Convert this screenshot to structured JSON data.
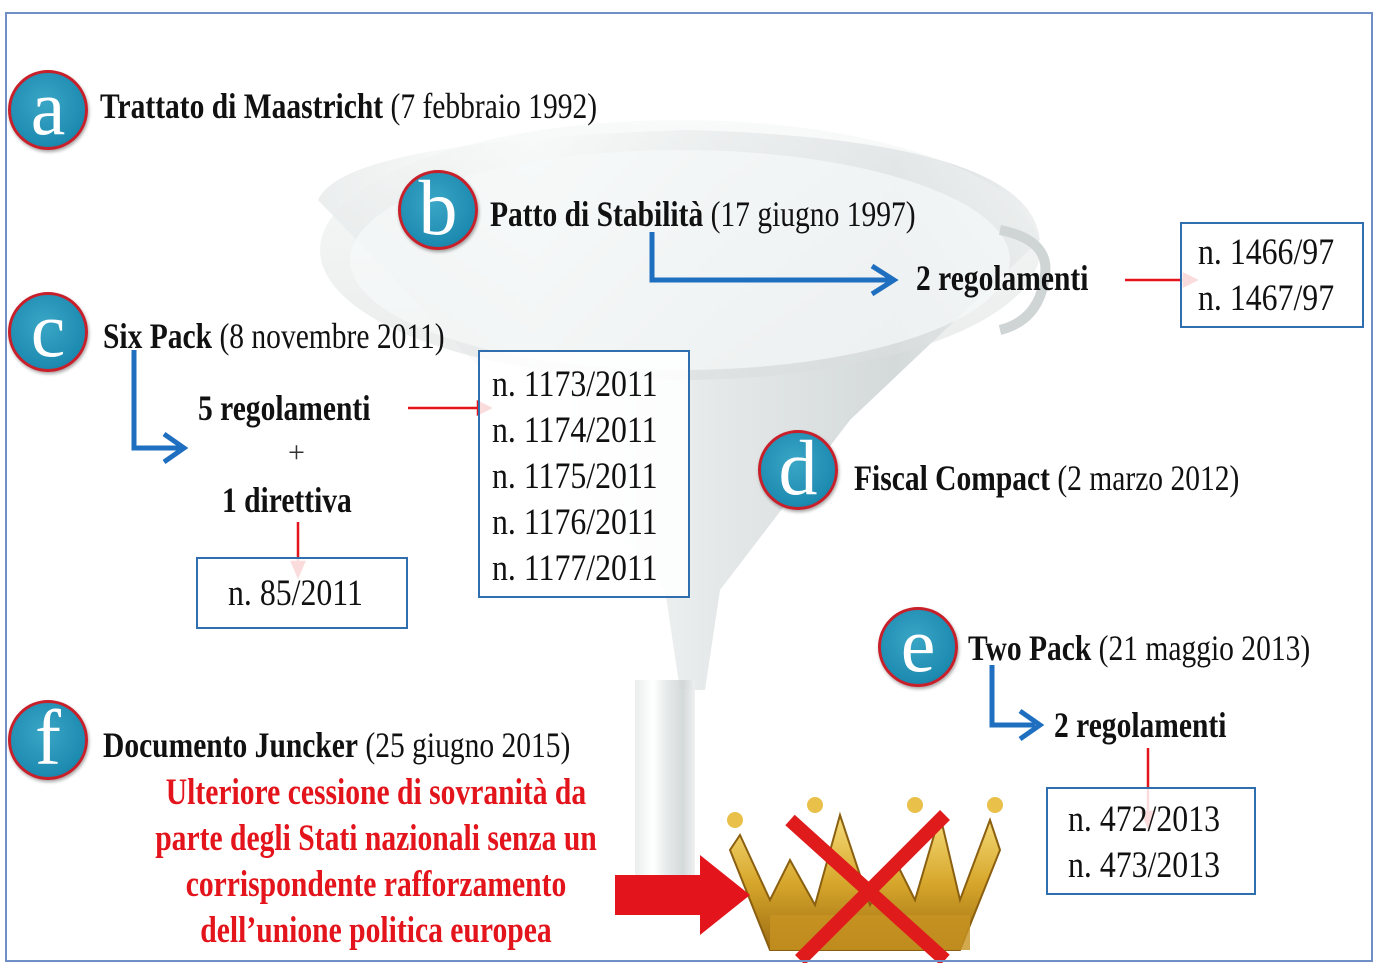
{
  "items": {
    "a": {
      "letter": "a",
      "bold": "Trattato di Maastricht",
      "date": " (7 febbraio 1992)"
    },
    "b": {
      "letter": "b",
      "bold": "Patto di Stabilità",
      "date": " (17 giugno 1997)",
      "result": "2 regolamenti",
      "refs": [
        "n. 1466/97",
        "n. 1467/97"
      ]
    },
    "c": {
      "letter": "c",
      "bold": "Six Pack",
      "date": " (8 novembre 2011)",
      "result": "5 regolamenti",
      "plus": "+",
      "result2": "1 direttiva",
      "refs": [
        "n. 1173/2011",
        "n. 1174/2011",
        "n. 1175/2011",
        "n. 1176/2011",
        "n. 1177/2011"
      ],
      "directive_ref": "n. 85/2011"
    },
    "d": {
      "letter": "d",
      "bold": "Fiscal Compact",
      "date": " (2 marzo 2012)"
    },
    "e": {
      "letter": "e",
      "bold": "Two Pack",
      "date": " (21 maggio 2013)",
      "result": "2 regolamenti",
      "refs": [
        "n. 472/2013",
        "n. 473/2013"
      ]
    },
    "f": {
      "letter": "f",
      "bold": "Documento Juncker",
      "date": " (25 giugno 2015)"
    }
  },
  "conclusion": [
    "Ulteriore cessione di sovranità da",
    "parte degli Stati nazionali senza un",
    "corrispondente rafforzamento",
    "dell’unione politica europea"
  ],
  "colors": {
    "badge": "#1d8ab0",
    "badge_border": "#c8202a",
    "arrow_blue": "#1f6fc0",
    "arrow_red": "#e3141b",
    "box_border": "#2f6fb0",
    "conclusion": "#e3141b"
  },
  "icons": {
    "funnel": "funnel-icon",
    "crown": "crown-icon",
    "cross": "cross-icon"
  }
}
